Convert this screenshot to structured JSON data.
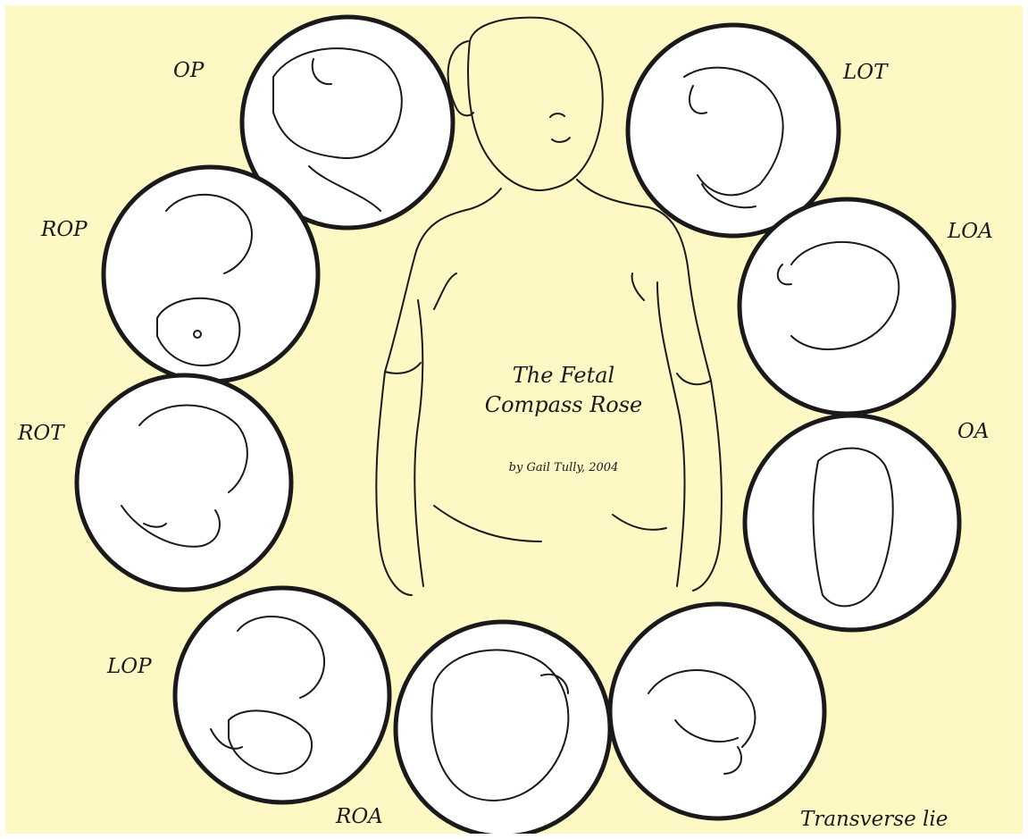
{
  "diagram": {
    "title_line1": "The Fetal",
    "title_line2": "Compass Rose",
    "credit": "by Gail Tully, 2004",
    "positions": [
      {
        "id": "op",
        "label": "OP"
      },
      {
        "id": "lot",
        "label": "LOT"
      },
      {
        "id": "rop",
        "label": "ROP"
      },
      {
        "id": "loa",
        "label": "LOA"
      },
      {
        "id": "rot",
        "label": "ROT"
      },
      {
        "id": "oa",
        "label": "OA"
      },
      {
        "id": "lop",
        "label": "LOP"
      },
      {
        "id": "roa",
        "label": "ROA"
      },
      {
        "id": "transverse",
        "label": "Transverse lie"
      }
    ]
  },
  "colors": {
    "background": "#fdf8c4",
    "circle_fill": "#ffffff",
    "ink": "#1a1a1a"
  }
}
